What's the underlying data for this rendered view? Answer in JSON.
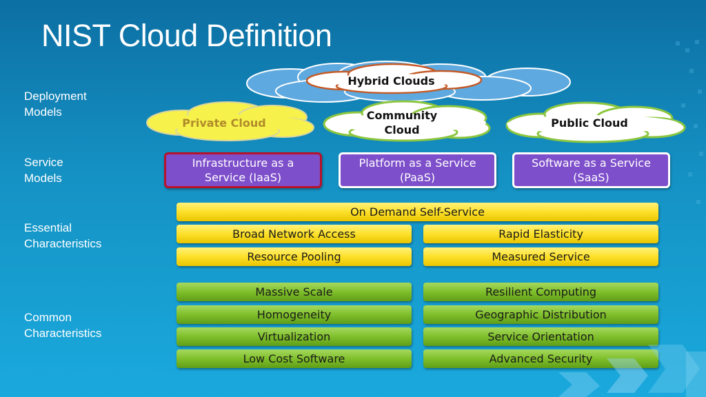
{
  "title": "NIST Cloud Definition",
  "labels": {
    "deployment": "Deployment\nModels",
    "service": "Service\nModels",
    "essential": "Essential\nCharacteristics",
    "common": "Common\nCharacteristics"
  },
  "deployment_models": {
    "hybrid": "Hybrid Clouds",
    "private": "Private Cloud",
    "community": "Community\nCloud",
    "public": "Public Cloud"
  },
  "service_models": {
    "iaas": "Infrastructure as a Service (IaaS)",
    "paas": "Platform as a Service (PaaS)",
    "saas": "Software as a Service (SaaS)"
  },
  "essential": {
    "on_demand": "On Demand Self-Service",
    "broad_network": "Broad Network Access",
    "rapid_elasticity": "Rapid Elasticity",
    "resource_pooling": "Resource Pooling",
    "measured_service": "Measured Service"
  },
  "common": {
    "massive_scale": "Massive Scale",
    "resilient": "Resilient Computing",
    "homogeneity": "Homogeneity",
    "geographic": "Geographic Distribution",
    "virtualization": "Virtualization",
    "service_orientation": "Service Orientation",
    "low_cost": "Low Cost Software",
    "advanced_security": "Advanced Security"
  },
  "colors": {
    "background": "#1592c4",
    "purple": "#7e4fcb",
    "yellow": "#fde02a",
    "green": "#7fbf2b",
    "cloud_blue": "#5ea9df",
    "cloud_private": "#f6f24b",
    "cloud_outline_green": "#8cc63f",
    "cloud_outline_orange": "#c45a27"
  }
}
